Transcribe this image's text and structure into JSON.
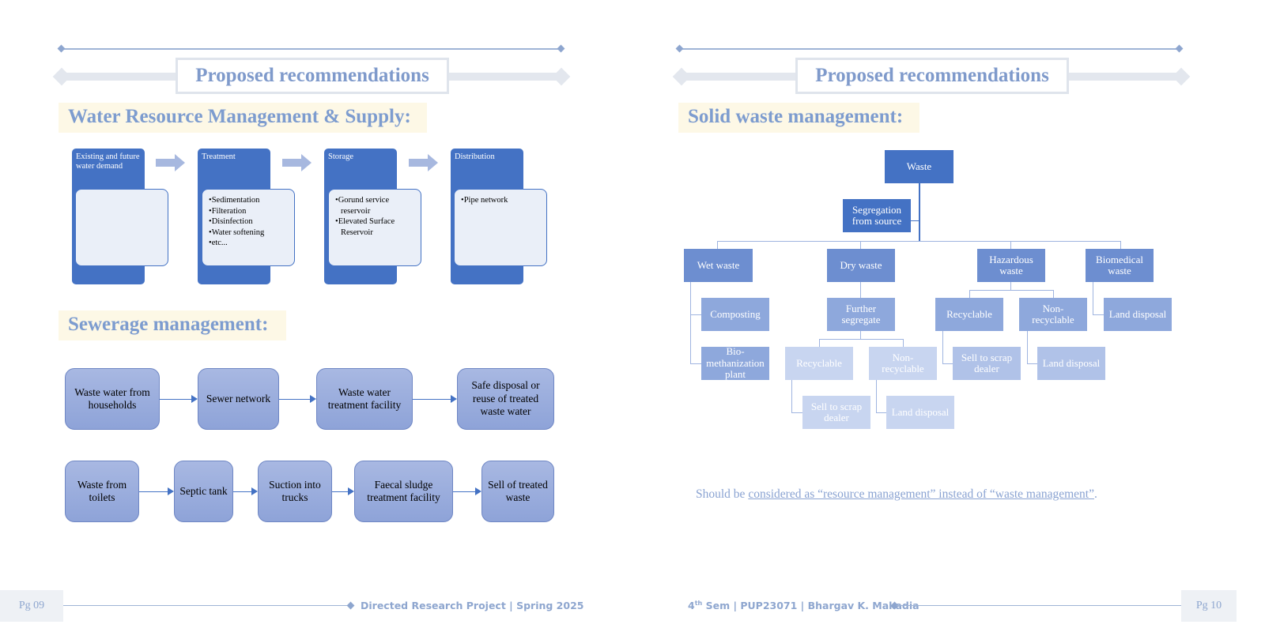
{
  "left": {
    "title": "Proposed recommendations",
    "water_heading": "Water Resource Management & Supply:",
    "water_steps": [
      {
        "label": "Existing and future water demand",
        "items": []
      },
      {
        "label": "Treatment",
        "items": [
          "Sedimentation",
          "Filteration",
          "Disinfection",
          "Water softening",
          "etc..."
        ]
      },
      {
        "label": "Storage",
        "items": [
          "Gorund service reservoir",
          "Elevated Surface Reservoir"
        ]
      },
      {
        "label": "Distribution",
        "items": [
          "Pipe network"
        ]
      }
    ],
    "sewer_heading": "Sewerage management:",
    "sewer_flow_1": [
      "Waste water from households",
      "Sewer network",
      "Waste water treatment facility",
      "Safe disposal or reuse of treated waste water"
    ],
    "sewer_flow_2": [
      "Waste from toilets",
      "Septic tank",
      "Suction into trucks",
      "Faecal sludge treatment facility",
      "Sell of treated waste"
    ]
  },
  "right": {
    "title": "Proposed recommendations",
    "solid_heading": "Solid waste management:",
    "tree": {
      "waste": "Waste",
      "segregation": "Segregation from source",
      "wet": "Wet waste",
      "dry": "Dry waste",
      "hazardous": "Hazardous waste",
      "biomedical": "Biomedical waste",
      "composting": "Composting",
      "biomethanization": "Bio-methanization plant",
      "further_segregate": "Further segregate",
      "dry_recyclable": "Recyclable",
      "dry_nonrecyclable": "Non-recyclable",
      "dry_sell": "Sell to scrap dealer",
      "dry_land": "Land disposal",
      "haz_recyclable": "Recyclable",
      "haz_nonrecyclable": "Non-recyclable",
      "haz_sell": "Sell to scrap dealer",
      "haz_land": "Land disposal",
      "bio_land": "Land disposal"
    },
    "quote_pre": "Should be ",
    "quote_link": "considered as “resource management” instead of “waste management”",
    "quote_post": "."
  },
  "footer": {
    "page_left": "Pg 09",
    "project": "Directed Research Project | Spring 2025",
    "author_sup": "th",
    "author_pre": "4",
    "author_post": " Sem | PUP23071 | Bhargav K. Makadia",
    "page_right": "Pg 10"
  }
}
